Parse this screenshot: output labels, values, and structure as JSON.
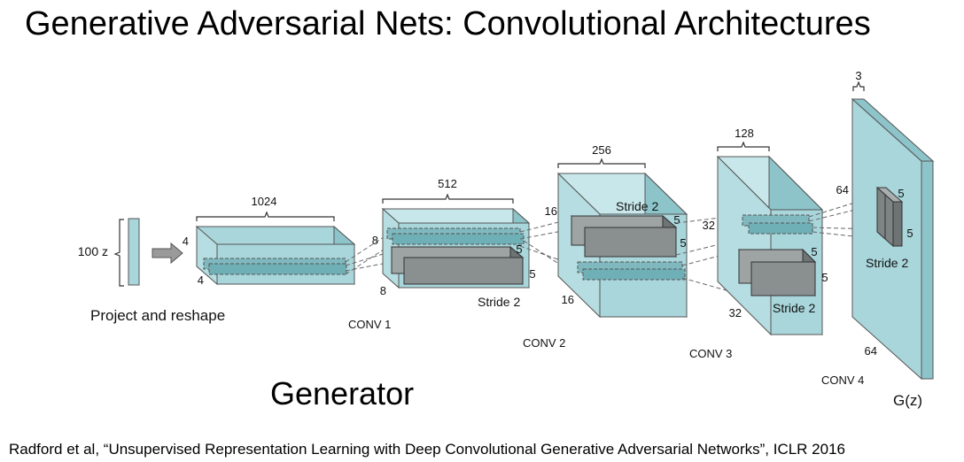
{
  "title": "Generative Adversarial Nets: Convolutional Architectures",
  "generator_label": "Generator",
  "citation": "Radford et al, “Unsupervised Representation Learning with Deep Convolutional Generative Adversarial Networks”, ICLR 2016",
  "input": {
    "label": "100 z",
    "caption": "Project and reshape"
  },
  "layers": {
    "block0": {
      "channels": "1024",
      "height": "4",
      "width": "4"
    },
    "conv1": {
      "name": "CONV 1",
      "channels": "512",
      "height": "8",
      "width": "8",
      "kernel_h": "5",
      "kernel_w": "5",
      "stride": "Stride 2"
    },
    "conv2": {
      "name": "CONV 2",
      "channels": "256",
      "height": "16",
      "width": "16",
      "kernel_h": "5",
      "kernel_w": "5",
      "stride": "Stride 2"
    },
    "conv3": {
      "name": "CONV 3",
      "channels": "128",
      "height": "32",
      "width": "32",
      "kernel_h": "5",
      "kernel_w": "5",
      "stride": "Stride 2"
    },
    "conv4": {
      "name": "CONV 4",
      "channels": "3",
      "height": "64",
      "width": "64",
      "kernel_h": "5",
      "kernel_w": "5",
      "stride": "Stride 2",
      "output": "G(z)"
    }
  }
}
